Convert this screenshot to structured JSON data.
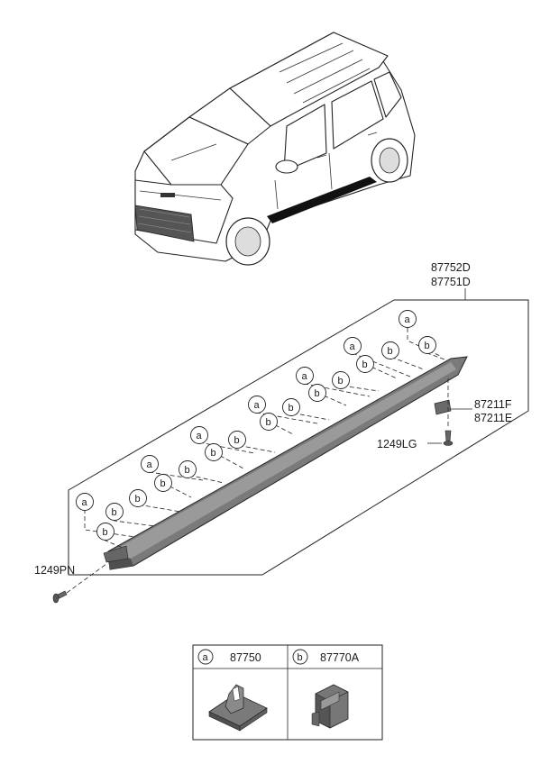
{
  "part_labels": {
    "moulding_upper": "87752D",
    "moulding_lower": "87751D",
    "bracket_upper": "87211F",
    "bracket_lower": "87211E",
    "screw_rear": "1249LG",
    "screw_front": "1249PN"
  },
  "callout_letters": {
    "a": "a",
    "b": "b"
  },
  "legend": [
    {
      "letter": "a",
      "part": "87750"
    },
    {
      "letter": "b",
      "part": "87770A"
    }
  ],
  "colors": {
    "line": "#222222",
    "part_fill": "#7a7a7a",
    "part_dark": "#4f4f4f"
  }
}
